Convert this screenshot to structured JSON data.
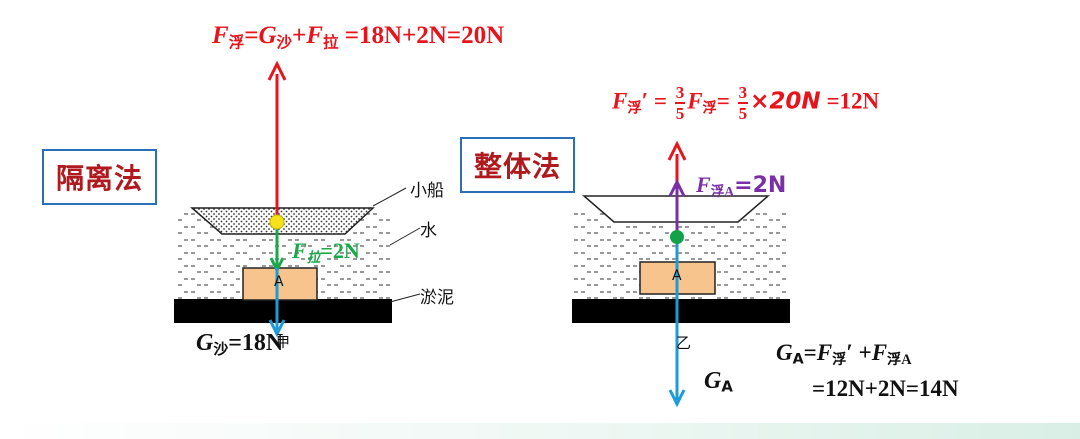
{
  "left": {
    "method_title": "隔离法",
    "top_formula": {
      "f1": "F",
      "s1": "浮",
      "eq1": "=",
      "f2": "G",
      "s2": "沙",
      "plus": "+",
      "f3": "F",
      "s3": "拉",
      "rest": " =18N+2N=20N"
    },
    "labels": {
      "boat": "小船",
      "water": "水",
      "mud": "淤泥",
      "block": "A",
      "under": "甲"
    },
    "tension": {
      "f": "F",
      "s": "拉",
      "rest": "=2N"
    },
    "gravity": {
      "g": "G",
      "s": "沙",
      "rest": "=18N"
    }
  },
  "right": {
    "method_title": "整体法",
    "top_formula": {
      "f1": "F",
      "s1": "浮",
      "prime": "′",
      "eq1": " = ",
      "n1": "3",
      "d1": "5",
      "f2": "F",
      "s2": "浮",
      "eq2": "= ",
      "n2": "3",
      "d2": "5",
      "times": "×20N",
      "rest": " =12N"
    },
    "buoyA": {
      "f": "F",
      "s": "浮A",
      "rest": "=2N"
    },
    "labels": {
      "block": "A",
      "under": "乙"
    },
    "gravity": {
      "g": "G",
      "s": "A"
    },
    "result": {
      "g": "G",
      "gs": "A",
      "eq": "=",
      "f1": "F",
      "s1": "浮",
      "prime": "′",
      "plus": " +",
      "f2": "F",
      "s2": "浮A",
      "line2": "=12N+2N=14N"
    }
  },
  "colors": {
    "red": "#e8141b",
    "green": "#1aa84a",
    "purple": "#7a2fa8",
    "blue": "#1e9bd7",
    "block": "#f6c48c",
    "dot_yellow": "#f5e21a",
    "dot_green": "#14a14a"
  }
}
